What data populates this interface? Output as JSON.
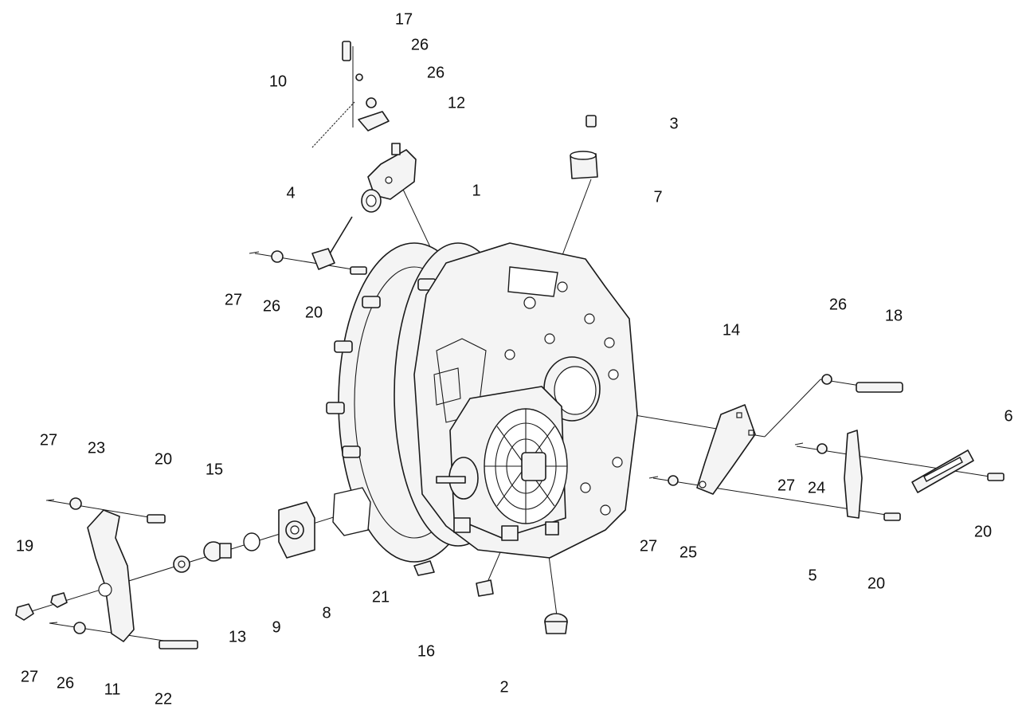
{
  "diagram": {
    "callouts": [
      {
        "id": "c1",
        "text": "1"
      },
      {
        "id": "c2",
        "text": "2"
      },
      {
        "id": "c3",
        "text": "3"
      },
      {
        "id": "c4",
        "text": "4"
      },
      {
        "id": "c5",
        "text": "5"
      },
      {
        "id": "c6",
        "text": "6"
      },
      {
        "id": "c7",
        "text": "7"
      },
      {
        "id": "c8",
        "text": "8"
      },
      {
        "id": "c9",
        "text": "9"
      },
      {
        "id": "c10",
        "text": "10"
      },
      {
        "id": "c11",
        "text": "11"
      },
      {
        "id": "c12",
        "text": "12"
      },
      {
        "id": "c13",
        "text": "13"
      },
      {
        "id": "c14",
        "text": "14"
      },
      {
        "id": "c15",
        "text": "15"
      },
      {
        "id": "c16",
        "text": "16"
      },
      {
        "id": "c17",
        "text": "17"
      },
      {
        "id": "c18",
        "text": "18"
      },
      {
        "id": "c19",
        "text": "19"
      },
      {
        "id": "c20a",
        "text": "20"
      },
      {
        "id": "c20b",
        "text": "20"
      },
      {
        "id": "c20c",
        "text": "20"
      },
      {
        "id": "c20d",
        "text": "20"
      },
      {
        "id": "c21",
        "text": "21"
      },
      {
        "id": "c22",
        "text": "22"
      },
      {
        "id": "c23",
        "text": "23"
      },
      {
        "id": "c24",
        "text": "24"
      },
      {
        "id": "c25",
        "text": "25"
      },
      {
        "id": "c26a",
        "text": "26"
      },
      {
        "id": "c26b",
        "text": "26"
      },
      {
        "id": "c26c",
        "text": "26"
      },
      {
        "id": "c26d",
        "text": "26"
      },
      {
        "id": "c26e",
        "text": "26"
      },
      {
        "id": "c27a",
        "text": "27"
      },
      {
        "id": "c27b",
        "text": "27"
      },
      {
        "id": "c27c",
        "text": "27"
      },
      {
        "id": "c27d",
        "text": "27"
      },
      {
        "id": "c27e",
        "text": "27"
      }
    ]
  }
}
